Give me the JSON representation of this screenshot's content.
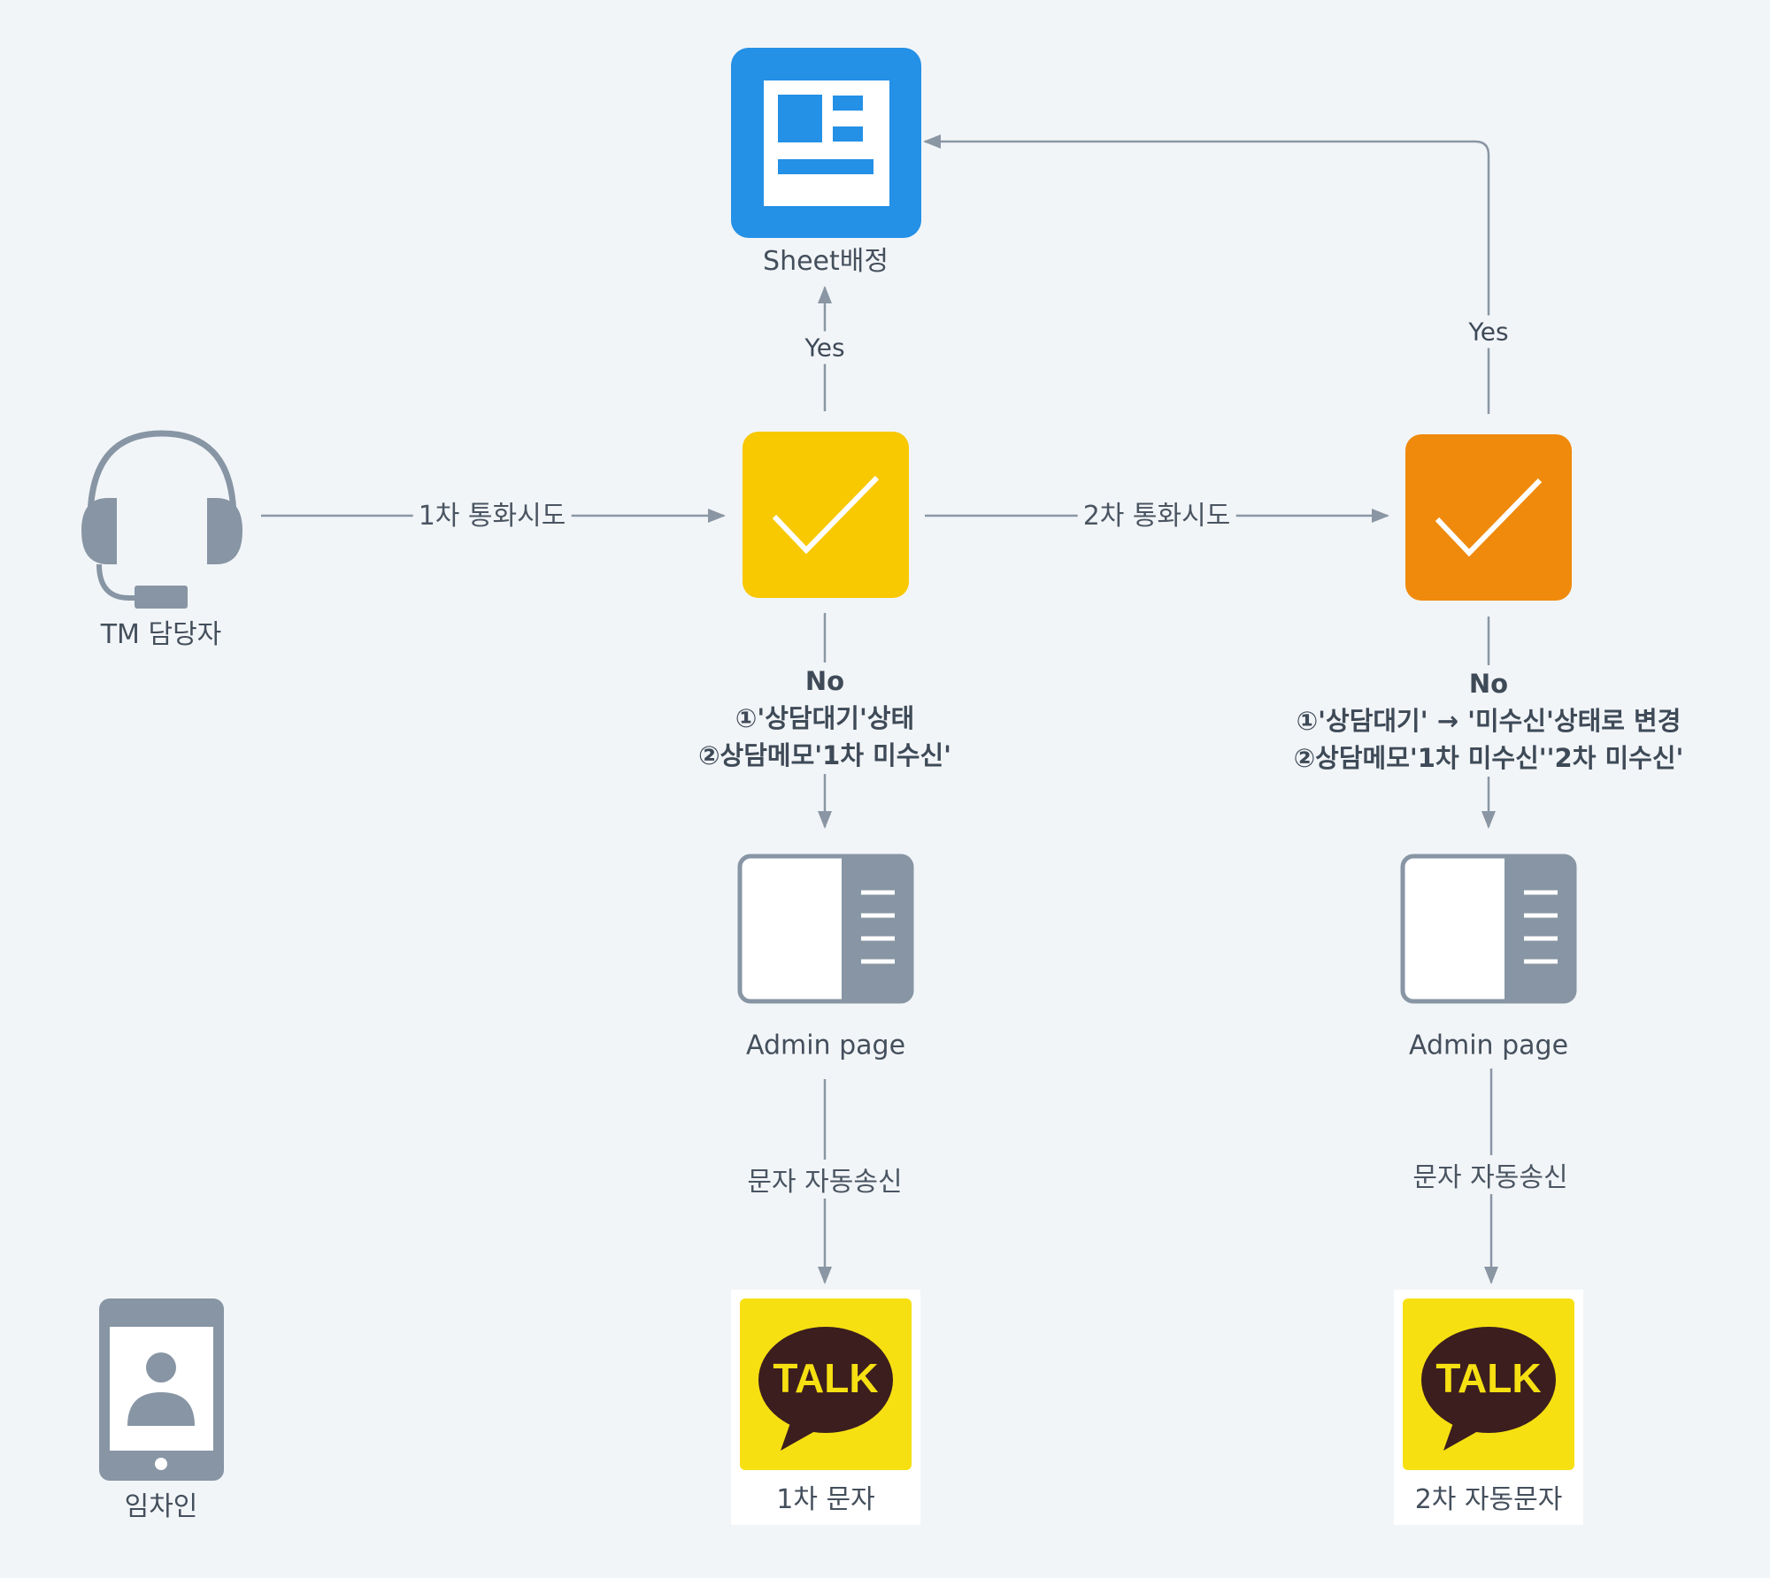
{
  "nodes": {
    "tm_agent": {
      "label": "TM 담당자",
      "icon": "headset-icon"
    },
    "sheet": {
      "label": "Sheet배정",
      "icon": "sheet-icon"
    },
    "check1": {
      "icon": "check-icon",
      "color": "#f8c800"
    },
    "check2": {
      "icon": "check-icon",
      "color": "#ef8a0c"
    },
    "admin1": {
      "label": "Admin page",
      "icon": "admin-page-icon"
    },
    "admin2": {
      "label": "Admin page",
      "icon": "admin-page-icon"
    },
    "talk1": {
      "label": "1차 문자",
      "icon_text": "TALK"
    },
    "talk2": {
      "label": "2차 자동문자",
      "icon_text": "TALK"
    },
    "tenant": {
      "label": "임차인",
      "icon": "mobile-user-icon"
    }
  },
  "edges": {
    "call1": "1차 통화시도",
    "call2": "2차 통화시도",
    "yes1": "Yes",
    "yes2": "Yes",
    "no1": "No",
    "no2": "No",
    "sms1": "문자 자동송신",
    "sms2": "문자 자동송신"
  },
  "notes": {
    "no1_line1": "①'상담대기'상태",
    "no1_line2": "②상담메모'1차 미수신'",
    "no2_line1": "①'상담대기' → '미수신'상태로 변경",
    "no2_line2": "②상담메모'1차 미수신''2차 미수신'"
  },
  "colors": {
    "line": "#8a96a3",
    "icon_gray": "#8795a4",
    "sheet_blue": "#2490e6",
    "talk_yellow": "#f6e012",
    "talk_brown": "#3c1e1e"
  }
}
